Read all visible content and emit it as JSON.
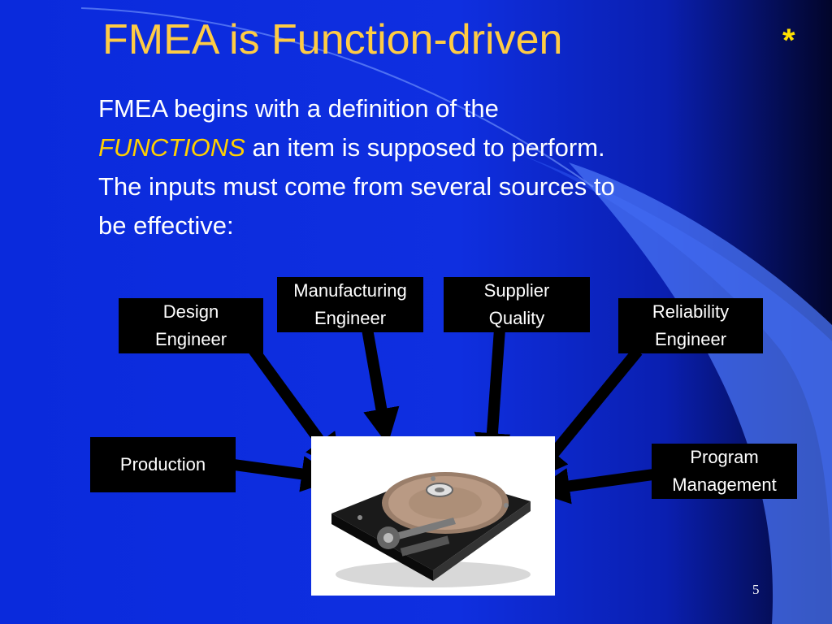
{
  "slide": {
    "title": "FMEA is Function-driven",
    "asterisk": "*",
    "body": {
      "line1": "FMEA begins with a definition of the",
      "emphasis": "FUNCTIONS",
      "line2_rest": " an item is supposed to perform.",
      "line3": "The inputs must come from several sources to",
      "line4": "be effective:"
    },
    "sources": {
      "design": [
        "Design",
        "Engineer"
      ],
      "manufacturing": [
        "Manufacturing",
        "Engineer"
      ],
      "supplier": [
        "Supplier",
        "Quality"
      ],
      "reliability": [
        "Reliability",
        "Engineer"
      ],
      "production": [
        "Production"
      ],
      "program": [
        "Program",
        "Management"
      ]
    },
    "center_image": "hard-disk-drive",
    "page_number": "5"
  },
  "colors": {
    "background": "#0f2fe0",
    "title": "#ffcc44",
    "emphasis": "#ffd000",
    "asterisk": "#ffe000",
    "box": "#000000",
    "box_text": "#ffffff"
  }
}
